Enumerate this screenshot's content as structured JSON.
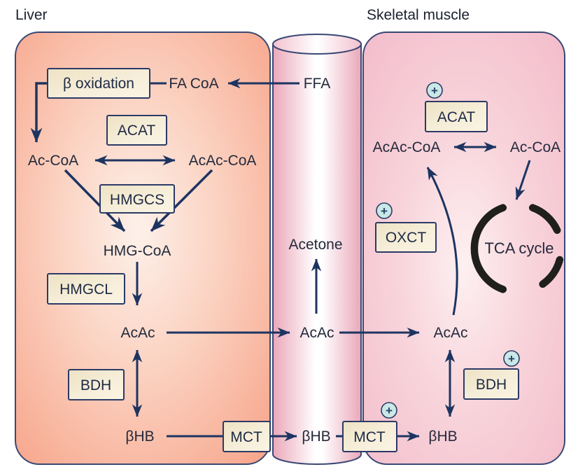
{
  "titles": {
    "liver": "Liver",
    "muscle": "Skeletal muscle"
  },
  "liver": {
    "boxes": {
      "beta_oxidation": "β oxidation",
      "acat": "ACAT",
      "hmgcs": "HMGCS",
      "hmgcl": "HMGCL",
      "bdh": "BDH",
      "mct": "MCT"
    },
    "metabolites": {
      "fa_coa": "FA CoA",
      "ac_coa": "Ac-CoA",
      "acac_coa": "AcAc-CoA",
      "hmg_coa": "HMG-CoA",
      "acac": "AcAc",
      "bhb": "βHB"
    }
  },
  "blood": {
    "metabolites": {
      "ffa": "FFA",
      "acetone": "Acetone",
      "acac": "AcAc",
      "bhb": "βHB"
    }
  },
  "muscle": {
    "boxes": {
      "acat": "ACAT",
      "oxct": "OXCT",
      "bdh": "BDH",
      "mct": "MCT"
    },
    "metabolites": {
      "acac_coa": "AcAc-CoA",
      "ac_coa": "Ac-CoA",
      "acac": "AcAc",
      "bhb": "βHB"
    },
    "tca": "TCA cycle",
    "plus": "+"
  },
  "colors": {
    "arrow_navy": "#1d3461",
    "panel_border": "#3a4874",
    "liver_fill_edge": "#f7a68c",
    "liver_fill_center": "#fdf1ea",
    "muscle_fill_edge": "#f3bdcb",
    "muscle_fill_center": "#fdf0f1",
    "vessel_edge": "#eaa8ba",
    "vessel_center": "#ffffff",
    "box_fill": "#f2e7cc",
    "plus_fill": "#c9e8e6",
    "tca_black": "#1f1f1d"
  }
}
